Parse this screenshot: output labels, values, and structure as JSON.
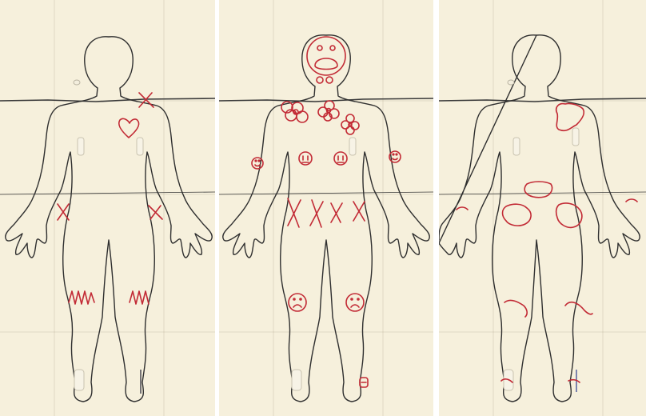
{
  "image": {
    "panel_count": 3,
    "paper_color": "#f6f0dc",
    "outline_color": "#2f2f2f",
    "ink_color": "#c22a35",
    "second_ink_color": "#2b3b8f"
  },
  "panels": [
    {
      "id": "panel-1",
      "marking_style": "crosses, heart and zigzag lines"
    },
    {
      "id": "panel-2",
      "marking_style": "flowers, smiley faces, crosses and sad faces"
    },
    {
      "id": "panel-3",
      "marking_style": "outlined shaded patches"
    }
  ]
}
